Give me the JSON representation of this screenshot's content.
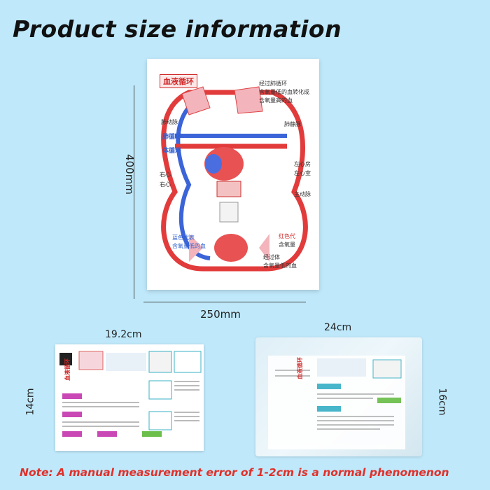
{
  "title": "Product size information",
  "board": {
    "tag": "血液循环",
    "labels": [
      "经过肺循环",
      "含氧量低的血转化成",
      "含氧量高的血",
      "肺动脉",
      "肺循环",
      "体循环",
      "肺静脉",
      "左心房",
      "左心室",
      "右心",
      "右心",
      "主动脉",
      "蓝色代表",
      "含氧量低的血",
      "红色代",
      "含氧量",
      "经过体",
      "含氧量低的血"
    ]
  },
  "dimensions": {
    "board_height": "400mm",
    "board_width": "250mm",
    "card_width": "19.2cm",
    "card_height": "14cm",
    "bag_width": "24cm",
    "bag_height": "16cm"
  },
  "card": {
    "tag": "血液循环"
  },
  "bag": {
    "tag": "血液循环"
  },
  "note": "Note: A manual measurement error of 1-2cm is a normal phenomenon"
}
